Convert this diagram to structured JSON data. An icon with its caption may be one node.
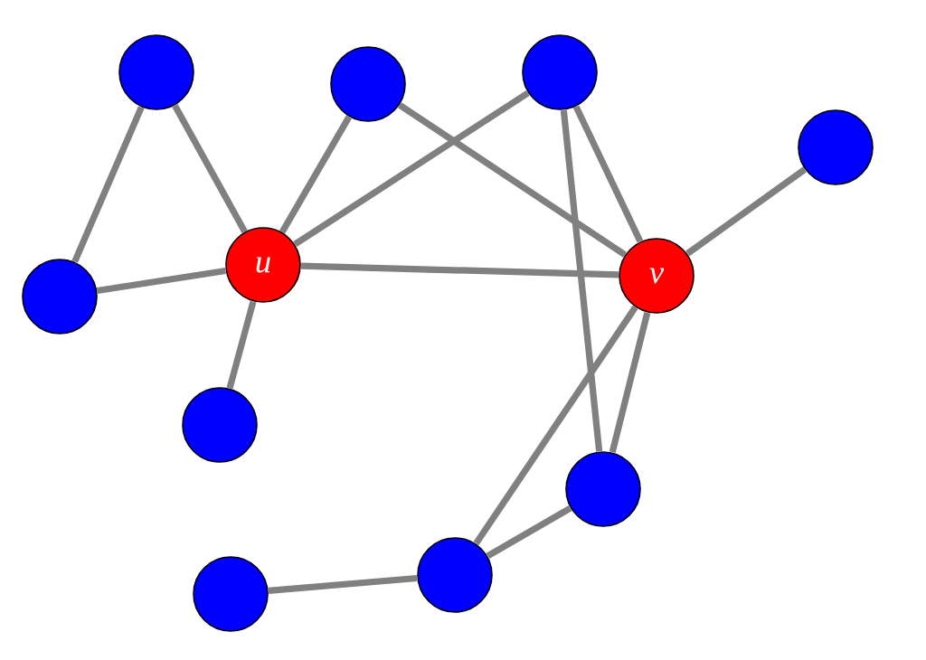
{
  "diagram": {
    "nodes": [
      {
        "text": [],
        "shape": "circle"
      },
      {
        "text": [],
        "shape": "circle"
      },
      {
        "text": [],
        "shape": "circle"
      },
      {
        "text": [],
        "shape": "circle"
      },
      {
        "text": [],
        "shape": "circle"
      },
      {
        "text": [
          "u"
        ]
      },
      {
        "text": [
          "v"
        ]
      },
      {
        "text": [],
        "shape": "circle"
      },
      {
        "text": [],
        "shape": "circle"
      },
      {
        "text": [],
        "shape": "circle"
      },
      {
        "text": [],
        "shape": "circle"
      }
    ],
    "edges": [
      {
        "from": 0,
        "to": 4,
        "arrow": "none"
      },
      {
        "from": 0,
        "to": 5,
        "arrow": "none"
      },
      {
        "from": 1,
        "to": 5,
        "arrow": "none"
      },
      {
        "from": 1,
        "to": 6,
        "arrow": "none"
      },
      {
        "from": 2,
        "to": 5,
        "arrow": "none"
      },
      {
        "from": 2,
        "to": 6,
        "arrow": "none"
      },
      {
        "from": 2,
        "to": 8,
        "arrow": "none"
      },
      {
        "from": 3,
        "to": 6,
        "arrow": "none"
      },
      {
        "from": 4,
        "to": 5,
        "arrow": "none"
      },
      {
        "from": 5,
        "to": 6,
        "arrow": "none"
      },
      {
        "from": 5,
        "to": 7,
        "arrow": "none"
      },
      {
        "from": 6,
        "to": 8,
        "arrow": "none"
      },
      {
        "from": 6,
        "to": 9,
        "arrow": "none"
      },
      {
        "from": 8,
        "to": 9,
        "arrow": "none"
      },
      {
        "from": 9,
        "to": 10,
        "arrow": "none"
      }
    ]
  }
}
